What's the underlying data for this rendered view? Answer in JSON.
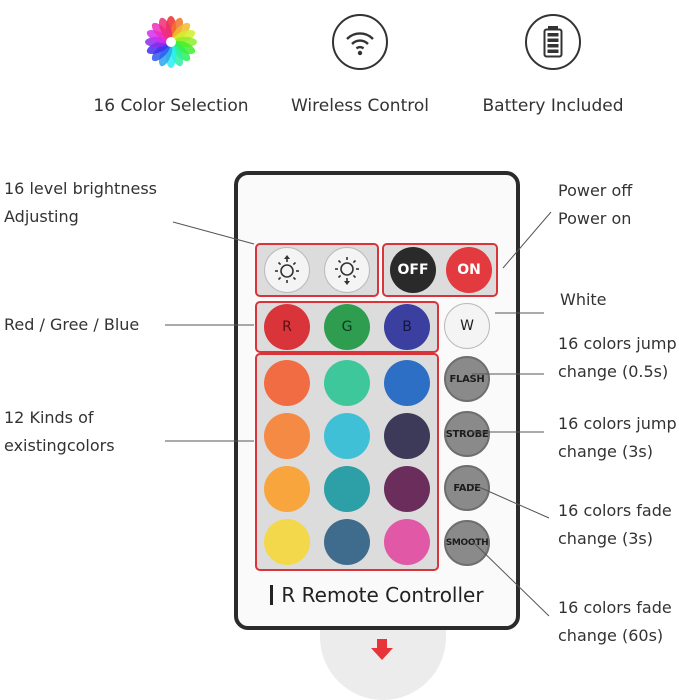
{
  "features": [
    {
      "icon": "color-wheel-icon",
      "label": "16 Color Selection"
    },
    {
      "icon": "wireless-icon",
      "label": "Wireless Control"
    },
    {
      "icon": "battery-icon",
      "label": "Battery Included"
    }
  ],
  "callouts_left": {
    "brightness": [
      "16 level brightness",
      "Adjusting"
    ],
    "rgb": "Red / Gree / Blue",
    "colors": [
      "12 Kinds of",
      "existingcolors"
    ]
  },
  "callouts_right": {
    "power": [
      "Power off",
      "Power on"
    ],
    "white": "White",
    "flash": [
      "16 colors jump",
      "change (0.5s)"
    ],
    "strobe": [
      "16 colors jump",
      "change (3s)"
    ],
    "fade": [
      "16 colors fade",
      "change (3s)"
    ],
    "smooth": [
      "16 colors fade",
      "change (60s)"
    ]
  },
  "remote": {
    "buttons": {
      "off": "OFF",
      "on": "ON",
      "r": "R",
      "g": "G",
      "b": "B",
      "w": "W",
      "flash": "FLASH",
      "strobe": "STROBE",
      "fade": "FADE",
      "smooth": "SMOOTH"
    },
    "brand_prefix": "I",
    "brand": "R Remote Controller",
    "color_buttons": [
      "#f26c43",
      "#3ec79a",
      "#2d6fc4",
      "#f58a45",
      "#3fc0d6",
      "#3c3a58",
      "#f7a53c",
      "#2d9fa6",
      "#6b2e5c",
      "#f2d84a",
      "#3f6c8c",
      "#e058a6"
    ]
  },
  "colors": {
    "accent": "#d9343a",
    "power_off_bg": "#2a2a2a",
    "power_on_bg": "#e23a3f",
    "red": "#d9343a",
    "green": "#2e9d4f",
    "blue": "#3a3fa0"
  }
}
